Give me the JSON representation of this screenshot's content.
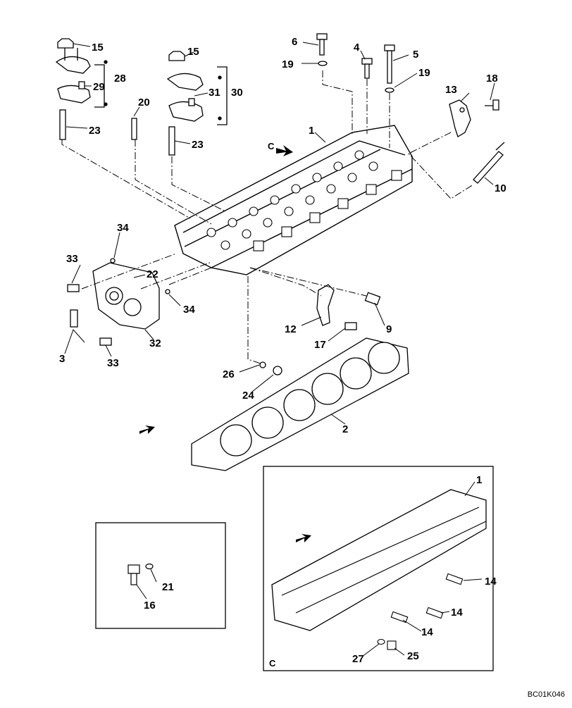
{
  "diagram": {
    "drawing_code": "BC01K046",
    "view_letter": "C",
    "callouts": [
      {
        "id": "c15a",
        "text": "15"
      },
      {
        "id": "c28",
        "text": "28"
      },
      {
        "id": "c29",
        "text": "29"
      },
      {
        "id": "c23a",
        "text": "23"
      },
      {
        "id": "c15b",
        "text": "15"
      },
      {
        "id": "c20",
        "text": "20"
      },
      {
        "id": "c31",
        "text": "31"
      },
      {
        "id": "c30",
        "text": "30"
      },
      {
        "id": "c23b",
        "text": "23"
      },
      {
        "id": "c6",
        "text": "6"
      },
      {
        "id": "c4",
        "text": "4"
      },
      {
        "id": "c5",
        "text": "5"
      },
      {
        "id": "c19a",
        "text": "19"
      },
      {
        "id": "c19b",
        "text": "19"
      },
      {
        "id": "c13",
        "text": "13"
      },
      {
        "id": "c18",
        "text": "18"
      },
      {
        "id": "c1a",
        "text": "1"
      },
      {
        "id": "c10",
        "text": "10"
      },
      {
        "id": "c34a",
        "text": "34"
      },
      {
        "id": "c33a",
        "text": "33"
      },
      {
        "id": "c22",
        "text": "22"
      },
      {
        "id": "c34b",
        "text": "34"
      },
      {
        "id": "c3",
        "text": "3"
      },
      {
        "id": "c32",
        "text": "32"
      },
      {
        "id": "c33b",
        "text": "33"
      },
      {
        "id": "c12",
        "text": "12"
      },
      {
        "id": "c9",
        "text": "9"
      },
      {
        "id": "c17",
        "text": "17"
      },
      {
        "id": "c26",
        "text": "26"
      },
      {
        "id": "c24",
        "text": "24"
      },
      {
        "id": "c2",
        "text": "2"
      },
      {
        "id": "c1b",
        "text": "1"
      },
      {
        "id": "c21",
        "text": "21"
      },
      {
        "id": "c16",
        "text": "16"
      },
      {
        "id": "c14a",
        "text": "14"
      },
      {
        "id": "c14b",
        "text": "14"
      },
      {
        "id": "c14c",
        "text": "14"
      },
      {
        "id": "c27",
        "text": "27"
      },
      {
        "id": "c25",
        "text": "25"
      }
    ]
  }
}
